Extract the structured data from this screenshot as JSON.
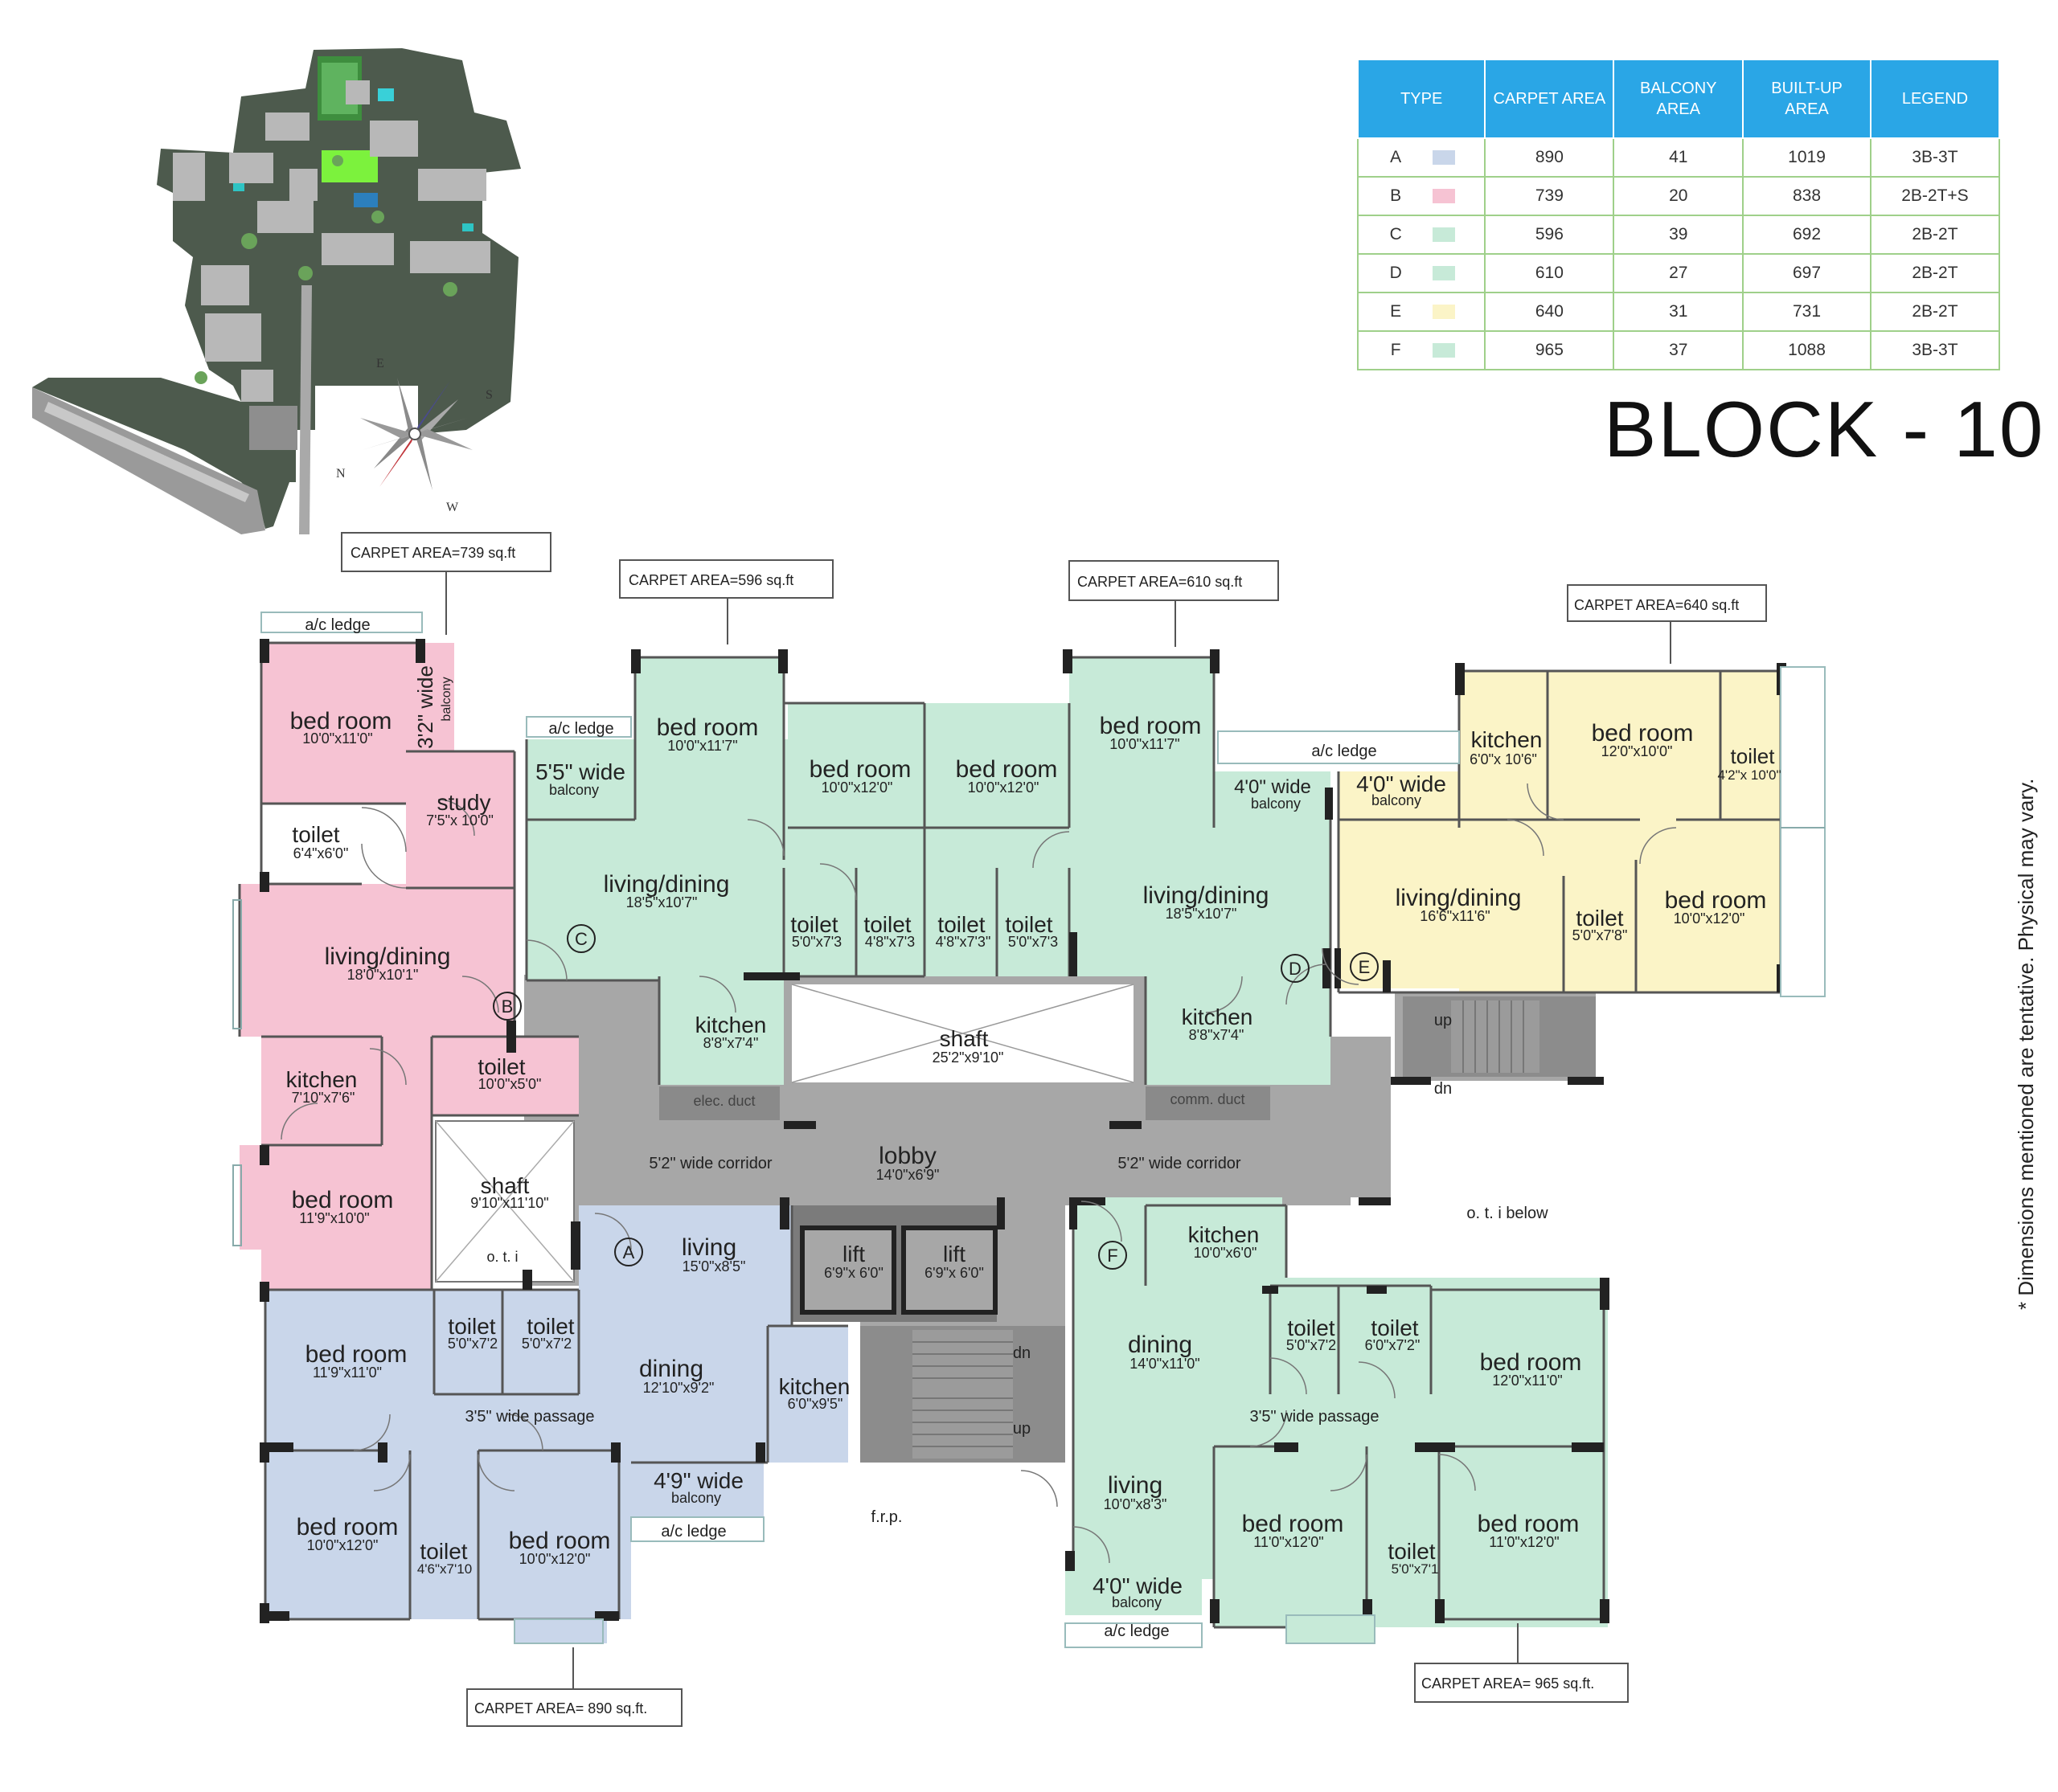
{
  "block_title": "BLOCK - 10",
  "disclaimer": "* Dimensions mentioned are tentative. Physical may vary.",
  "compass": {
    "n": "N",
    "e": "E",
    "s": "S",
    "w": "W"
  },
  "colors": {
    "A": "#c9d6ea",
    "B": "#f6c3d3",
    "C": "#c7ead8",
    "D": "#c7ead8",
    "E": "#fbf4c7",
    "F": "#c7ead8",
    "common": "#a7a7a7",
    "header": "#2aa6e6"
  },
  "table": {
    "headers": [
      "TYPE",
      "CARPET AREA",
      "BALCONY AREA",
      "BUILT-UP AREA",
      "LEGEND"
    ],
    "rows": [
      {
        "type": "A",
        "carpet": "890",
        "balcony": "41",
        "builtup": "1019",
        "legend": "3B-3T",
        "color": "#c9d6ea"
      },
      {
        "type": "B",
        "carpet": "739",
        "balcony": "20",
        "builtup": "838",
        "legend": "2B-2T+S",
        "color": "#f6c3d3"
      },
      {
        "type": "C",
        "carpet": "596",
        "balcony": "39",
        "builtup": "692",
        "legend": "2B-2T",
        "color": "#c7ead8"
      },
      {
        "type": "D",
        "carpet": "610",
        "balcony": "27",
        "builtup": "697",
        "legend": "2B-2T",
        "color": "#c7ead8"
      },
      {
        "type": "E",
        "carpet": "640",
        "balcony": "31",
        "builtup": "731",
        "legend": "2B-2T",
        "color": "#fbf4c7"
      },
      {
        "type": "F",
        "carpet": "965",
        "balcony": "37",
        "builtup": "1088",
        "legend": "3B-3T",
        "color": "#c7ead8"
      }
    ]
  },
  "callouts": {
    "B": "CARPET AREA=739 sq.ft",
    "C": "CARPET AREA=596 sq.ft",
    "D": "CARPET AREA=610 sq.ft",
    "E": "CARPET AREA=640 sq.ft",
    "A": "CARPET AREA= 890 sq.ft.",
    "F": "CARPET AREA= 965 sq.ft."
  },
  "markers": {
    "A": "A",
    "B": "B",
    "C": "C",
    "D": "D",
    "E": "E",
    "F": "F"
  },
  "rooms": {
    "b_bed1": {
      "name": "bed room",
      "dim": "10'0\"x11'0\""
    },
    "b_study": {
      "name": "study",
      "dim": "7'5\"x 10'0\""
    },
    "b_toilet1": {
      "name": "toilet",
      "dim": "6'4\"x6'0\""
    },
    "b_living": {
      "name": "living/dining",
      "dim": "18'0\"x10'1\""
    },
    "b_kitchen": {
      "name": "kitchen",
      "dim": "7'10\"x7'6\""
    },
    "b_toilet2": {
      "name": "toilet",
      "dim": "10'0\"x5'0\""
    },
    "b_bed2": {
      "name": "bed room",
      "dim": "11'9\"x10'0\""
    },
    "b_balcony": {
      "name": "3'2\" wide",
      "sub": "balcony"
    },
    "b_acledge": {
      "name": "a/c ledge"
    },
    "c_balcony": {
      "name": "5'5\" wide",
      "sub": "balcony"
    },
    "c_acledge": {
      "name": "a/c ledge"
    },
    "c_bed1": {
      "name": "bed room",
      "dim": "10'0\"x11'7\""
    },
    "c_bed2": {
      "name": "bed room",
      "dim": "10'0\"x12'0\""
    },
    "c_living": {
      "name": "living/dining",
      "dim": "18'5\"x10'7\""
    },
    "c_toilet1": {
      "name": "toilet",
      "dim": "5'0\"x7'3"
    },
    "c_toilet2": {
      "name": "toilet",
      "dim": "4'8\"x7'3"
    },
    "c_kitchen": {
      "name": "kitchen",
      "dim": "8'8\"x7'4\""
    },
    "d_toilet1": {
      "name": "toilet",
      "dim": "4'8\"x7'3\""
    },
    "d_toilet2": {
      "name": "toilet",
      "dim": "5'0\"x7'3"
    },
    "d_bed1": {
      "name": "bed room",
      "dim": "10'0\"x12'0\""
    },
    "d_bed2": {
      "name": "bed room",
      "dim": "10'0\"x11'7\""
    },
    "d_living": {
      "name": "living/dining",
      "dim": "18'5\"x10'7\""
    },
    "d_kitchen": {
      "name": "kitchen",
      "dim": "8'8\"x7'4\""
    },
    "d_balcony": {
      "name": "4'0\" wide",
      "sub": "balcony"
    },
    "d_acledge": {
      "name": "a/c ledge"
    },
    "e_balcony": {
      "name": "4'0\" wide",
      "sub": "balcony"
    },
    "e_kitchen": {
      "name": "kitchen",
      "dim": "6'0\"x 10'6\""
    },
    "e_bed1": {
      "name": "bed room",
      "dim": "12'0\"x10'0\""
    },
    "e_toilet1": {
      "name": "toilet",
      "dim": "4'2\"x 10'0\""
    },
    "e_living": {
      "name": "living/dining",
      "dim": "16'6\"x11'6\""
    },
    "e_toilet2": {
      "name": "toilet",
      "dim": "5'0\"x7'8\""
    },
    "e_bed2": {
      "name": "bed room",
      "dim": "10'0\"x12'0\""
    },
    "shaft_main": {
      "name": "shaft",
      "dim": "25'2\"x9'10\""
    },
    "elec_duct": {
      "name": "elec. duct"
    },
    "comm_duct": {
      "name": "comm. duct"
    },
    "lobby": {
      "name": "lobby",
      "dim": "14'0\"x6'9\""
    },
    "corridor_l": {
      "name": "5'2\" wide  corridor"
    },
    "corridor_r": {
      "name": "5'2\" wide  corridor"
    },
    "shaft_b": {
      "name": "shaft",
      "dim": "9'10\"x11'10\""
    },
    "oti_b": {
      "name": "o. t. i"
    },
    "oti_right": {
      "name": "o. t. i below"
    },
    "lift1": {
      "name": "lift",
      "dim": "6'9\"x 6'0\""
    },
    "lift2": {
      "name": "lift",
      "dim": "6'9\"x 6'0\""
    },
    "stair_up_top": {
      "name": "up"
    },
    "stair_dn_top": {
      "name": "dn"
    },
    "stair_dn_bottom": {
      "name": "dn"
    },
    "stair_up_bottom": {
      "name": "up"
    },
    "frp": {
      "name": "f.r.p."
    },
    "a_living": {
      "name": "living",
      "dim": "15'0\"x8'5\""
    },
    "a_bed1": {
      "name": "bed room",
      "dim": "11'9\"x11'0\""
    },
    "a_toilet1": {
      "name": "toilet",
      "dim": "5'0\"x7'2"
    },
    "a_toilet2": {
      "name": "toilet",
      "dim": "5'0\"x7'2"
    },
    "a_dining": {
      "name": "dining",
      "dim": "12'10\"x9'2\""
    },
    "a_kitchen": {
      "name": "kitchen",
      "dim": "6'0\"x9'5\""
    },
    "a_passage": {
      "name": "3'5\" wide passage"
    },
    "a_bed2": {
      "name": "bed room",
      "dim": "10'0\"x12'0\""
    },
    "a_toilet3": {
      "name": "toilet",
      "dim": "4'6\"x7'10"
    },
    "a_bed3": {
      "name": "bed room",
      "dim": "10'0\"x12'0\""
    },
    "a_balcony": {
      "name": "4'9\" wide",
      "sub": "balcony"
    },
    "a_acledge": {
      "name": "a/c ledge"
    },
    "f_kitchen": {
      "name": "kitchen",
      "dim": "10'0\"x6'0\""
    },
    "f_dining": {
      "name": "dining",
      "dim": "14'0\"x11'0\""
    },
    "f_toilet1": {
      "name": "toilet",
      "dim": "5'0\"x7'2"
    },
    "f_toilet2": {
      "name": "toilet",
      "dim": "6'0\"x7'2\""
    },
    "f_bed1": {
      "name": "bed room",
      "dim": "12'0\"x11'0\""
    },
    "f_passage": {
      "name": "3'5\" wide passage"
    },
    "f_living": {
      "name": "living",
      "dim": "10'0\"x8'3\""
    },
    "f_bed2": {
      "name": "bed room",
      "dim": "11'0\"x12'0\""
    },
    "f_toilet3": {
      "name": "toilet",
      "dim": "5'0\"x7'1"
    },
    "f_bed3": {
      "name": "bed room",
      "dim": "11'0\"x12'0\""
    },
    "f_balcony": {
      "name": "4'0\" wide",
      "sub": "balcony"
    },
    "f_acledge": {
      "name": "a/c ledge"
    }
  }
}
